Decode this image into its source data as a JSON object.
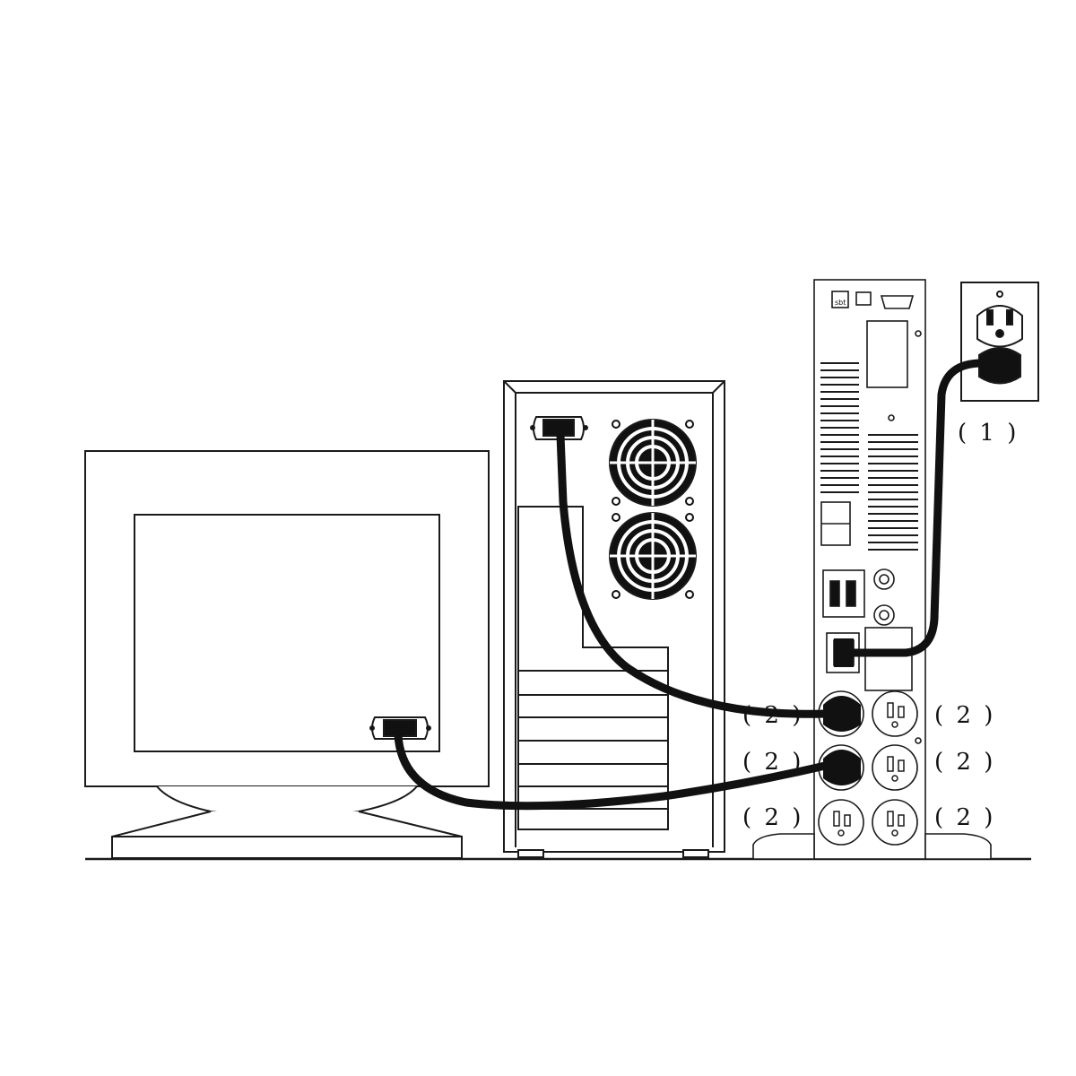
{
  "labels": {
    "wall_cord": "( 1 )",
    "out_left_1": "( 2 )",
    "out_right_1": "( 2 )",
    "out_left_2": "( 2 )",
    "out_right_2": "( 2 )",
    "out_left_3": "( 2 )",
    "out_right_3": "( 2 )"
  },
  "ups_panel": {
    "port_text": "sbt"
  },
  "colors": {
    "line": "#1a1a1a",
    "cord": "#111111",
    "background": "#ffffff"
  }
}
